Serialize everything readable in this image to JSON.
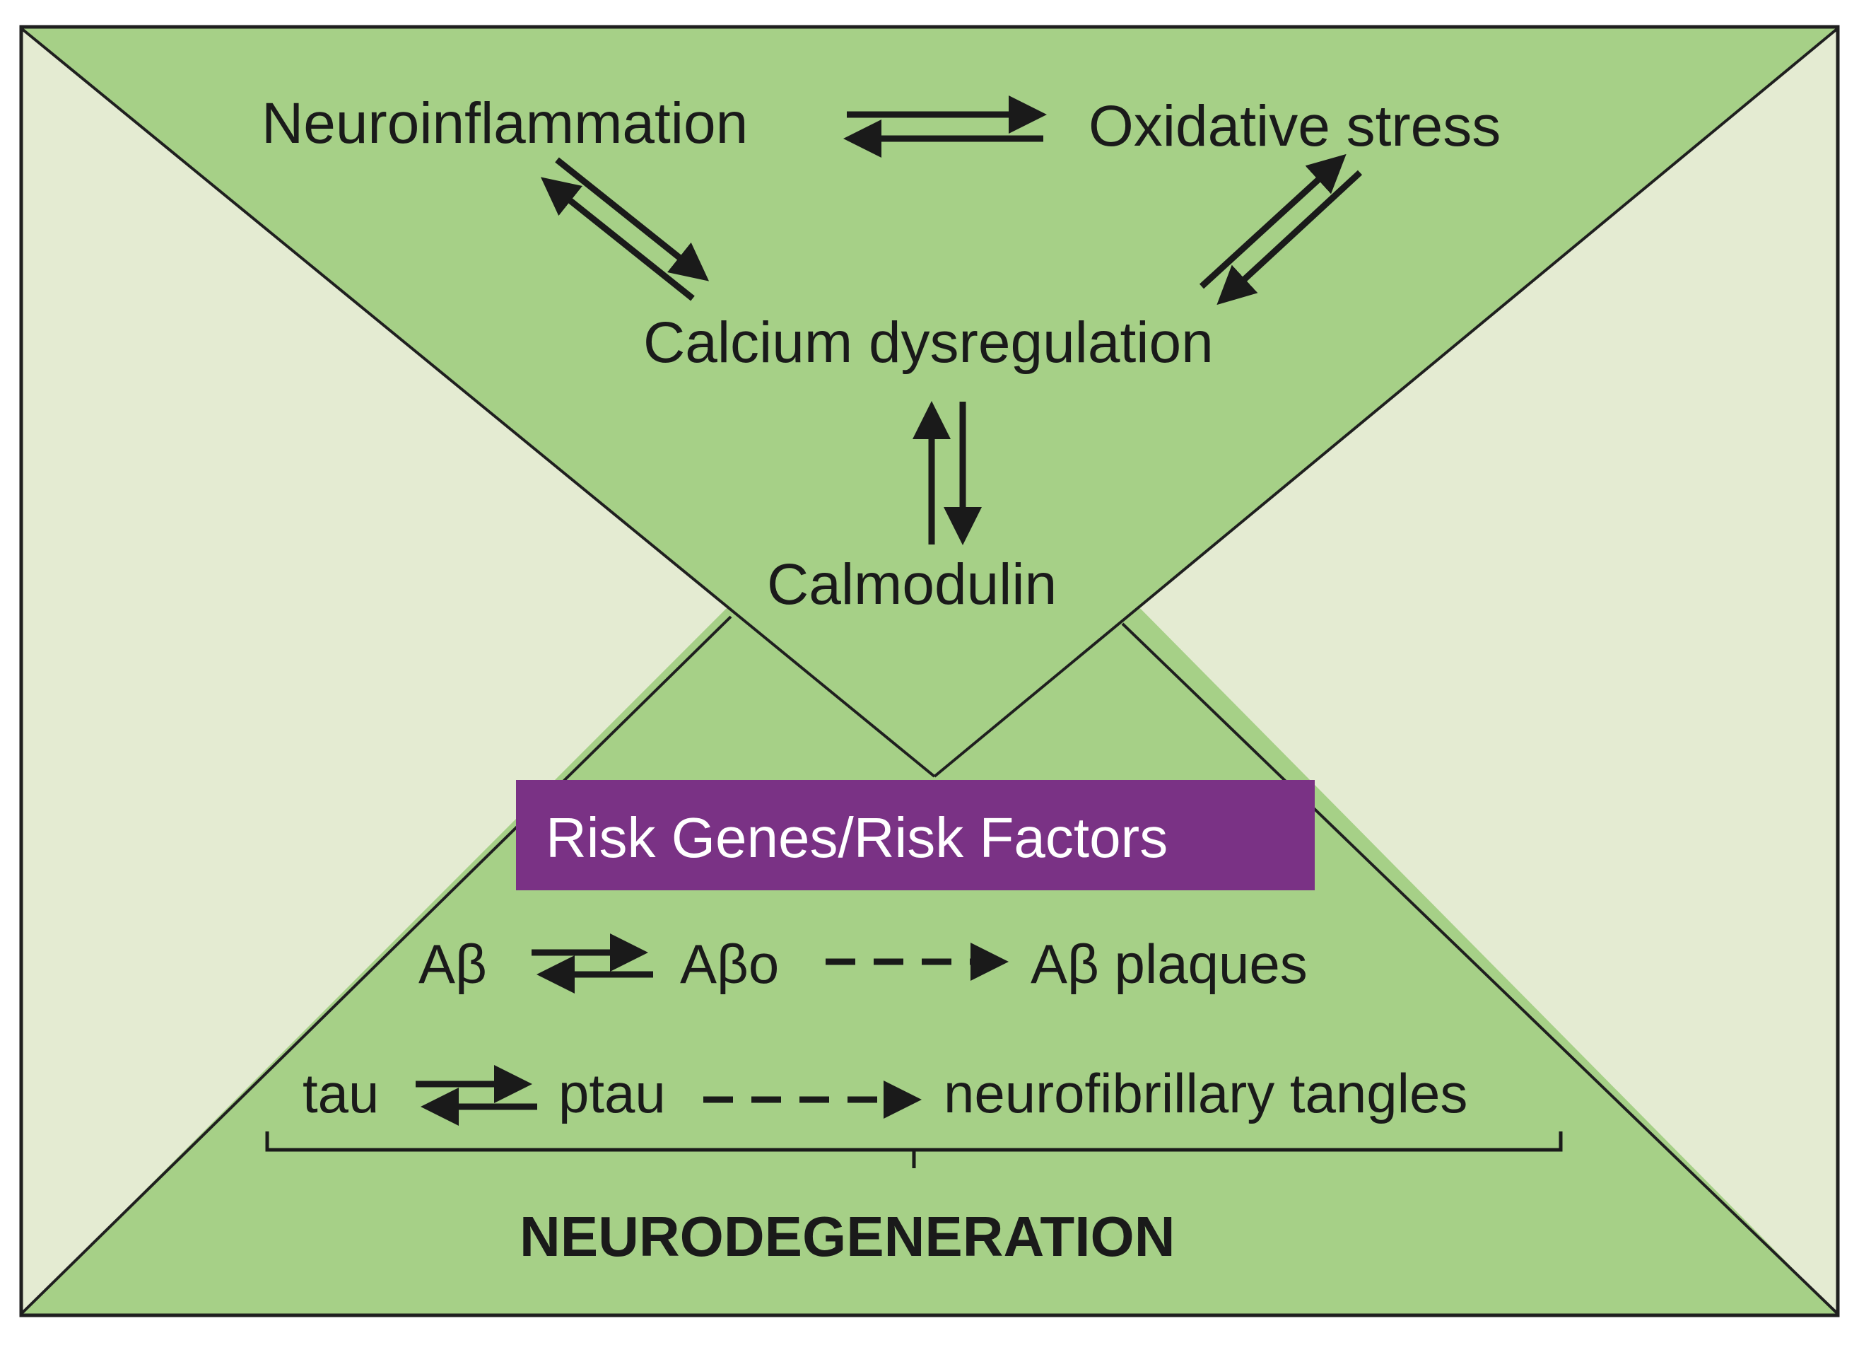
{
  "colors": {
    "background": "#ffffff",
    "panel_light": "#e4ebd2",
    "triangle_green": "#a6d087",
    "risk_box": "#7a3285",
    "text": "#1a1a1a",
    "border": "#1f1f1f"
  },
  "nodes": {
    "neuroinflammation": "Neuroinflammation",
    "oxidative_stress": "Oxidative stress",
    "calcium_dysregulation": "Calcium dysregulation",
    "calmodulin": "Calmodulin"
  },
  "risk_box": {
    "label": "Risk Genes/Risk Factors"
  },
  "amyloid_row": {
    "abeta": "Aβ",
    "abeta_o": "Aβo",
    "abeta_plaques": "Aβ plaques"
  },
  "tau_row": {
    "tau": "tau",
    "ptau": "ptau",
    "tangles": "neurofibrillary tangles"
  },
  "outcome": {
    "label": "NEURODEGENERATION"
  },
  "edges": [
    {
      "from": "neuroinflammation",
      "to": "oxidative_stress",
      "style": "reversible"
    },
    {
      "from": "neuroinflammation",
      "to": "calcium_dysregulation",
      "style": "reversible"
    },
    {
      "from": "oxidative_stress",
      "to": "calcium_dysregulation",
      "style": "reversible"
    },
    {
      "from": "calcium_dysregulation",
      "to": "calmodulin",
      "style": "reversible"
    },
    {
      "from": "abeta",
      "to": "abeta_o",
      "style": "reversible"
    },
    {
      "from": "abeta_o",
      "to": "abeta_plaques",
      "style": "dashed"
    },
    {
      "from": "tau",
      "to": "ptau",
      "style": "reversible"
    },
    {
      "from": "ptau",
      "to": "tangles",
      "style": "dashed"
    }
  ]
}
